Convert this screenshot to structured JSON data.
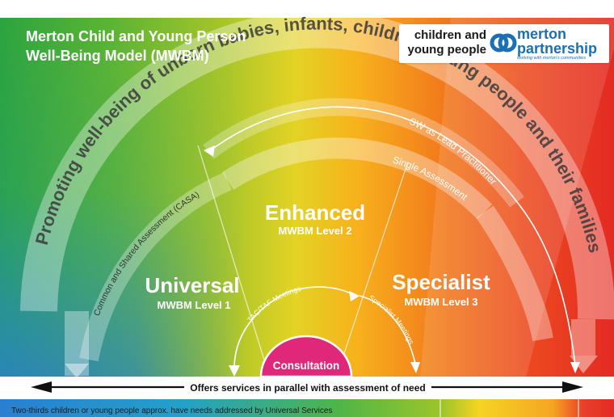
{
  "title": {
    "line1": "Merton Child and Young Person",
    "line2": "Well-Being Model (MWBM)"
  },
  "logo": {
    "line1": "children and",
    "line2": "young people",
    "brand1": "merton",
    "brand2": "partnership",
    "tagline": "working with merton's communities"
  },
  "arcs": {
    "outer": "Promoting well-being of unborn babies, infants, children, young people and their families",
    "lead": "SW as Lead Practitioner",
    "single": "Single Assessment",
    "casa": "Common and Shared Assessment (CASA)"
  },
  "levels": {
    "universal": {
      "name": "Universal",
      "level": "MWBM Level 1"
    },
    "enhanced": {
      "name": "Enhanced",
      "level": "MWBM Level 2"
    },
    "specialist": {
      "name": "Specialist",
      "level": "MWBM Level 3"
    }
  },
  "meetings": {
    "tac": "TAC/TAF Meetings",
    "specialist": "Specialist Meetings"
  },
  "consultation": "Consultation",
  "parallel": "Offers services in parallel with assessment of need",
  "footer": "Two-thirds children or young people approx. have needs addressed by Universal Services",
  "colors": {
    "consultation": "#e0287a",
    "logo_blue": "#1b6fb5",
    "arrow": "#111111"
  }
}
